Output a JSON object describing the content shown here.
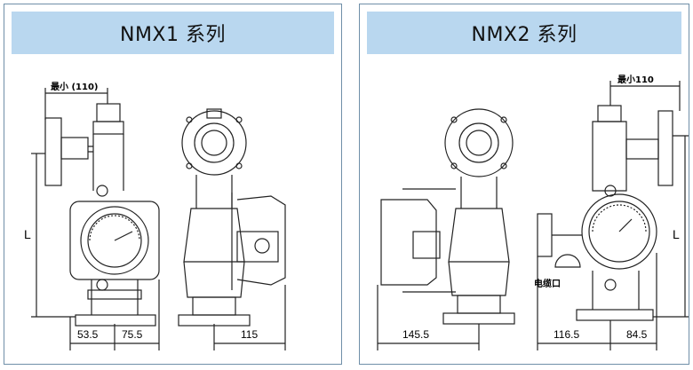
{
  "left_panel": {
    "title": "NMX1 系列",
    "min_label": "最小 (110)",
    "length_label": "L",
    "dim_left": "53.5",
    "dim_right": "75.5",
    "dim_side": "115"
  },
  "right_panel": {
    "title": "NMX2 系列",
    "min_label": "最小110",
    "length_label": "L",
    "cable_label": "电缆口",
    "dim_front": "145.5",
    "dim_left": "116.5",
    "dim_right": "84.5"
  },
  "colors": {
    "header_bg": "#b9d7ef",
    "border": "#6f8fa8",
    "ink": "#222222"
  }
}
